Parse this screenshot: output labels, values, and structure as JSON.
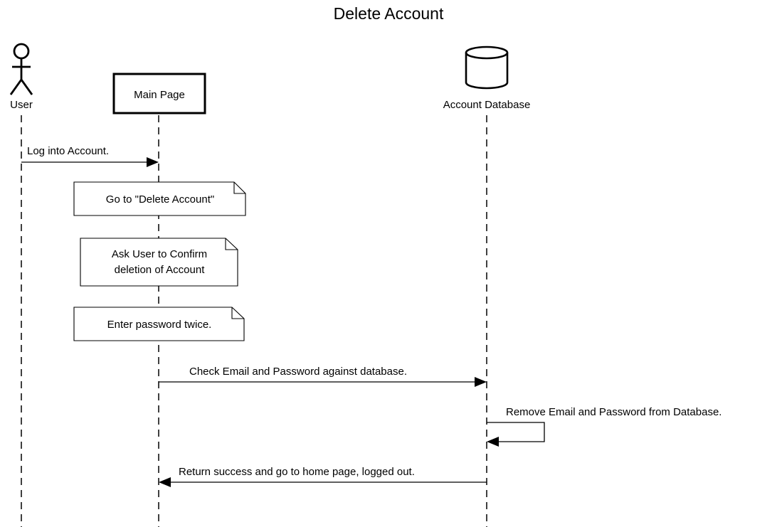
{
  "title": "Delete Account",
  "participants": {
    "user": {
      "label": "User",
      "icon": "actor-icon"
    },
    "main_page": {
      "label": "Main Page"
    },
    "account_database": {
      "label": "Account Database",
      "icon": "database-icon"
    }
  },
  "messages": [
    {
      "from": "User",
      "to": "Main Page",
      "label": "Log into Account."
    },
    {
      "from": "Main Page",
      "to": "Account Database",
      "label": "Check Email and Password against database."
    },
    {
      "from": "Account Database",
      "to": "Account Database",
      "label": "Remove Email and Password from Database."
    },
    {
      "from": "Account Database",
      "to": "Main Page",
      "label": "Return success and go to home page, logged out."
    }
  ],
  "notes": [
    {
      "on": "Main Page",
      "lines": [
        "Go to \"Delete Account\""
      ]
    },
    {
      "on": "Main Page",
      "lines": [
        "Ask User to Confirm",
        "deletion of Account"
      ]
    },
    {
      "on": "Main Page",
      "lines": [
        "Enter password twice."
      ]
    }
  ]
}
